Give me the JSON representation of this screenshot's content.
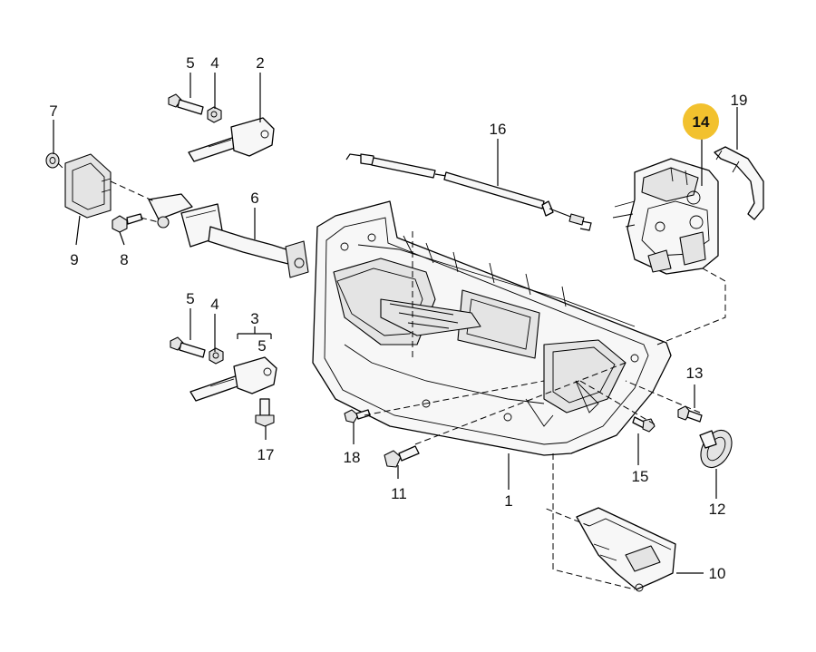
{
  "highlight_color": "#F2C12E",
  "callouts": [
    {
      "id": "c5a",
      "text": "5"
    },
    {
      "id": "c4a",
      "text": "4"
    },
    {
      "id": "c2",
      "text": "2"
    },
    {
      "id": "c7",
      "text": "7"
    },
    {
      "id": "c6",
      "text": "6"
    },
    {
      "id": "c9",
      "text": "9"
    },
    {
      "id": "c8",
      "text": "8"
    },
    {
      "id": "c16",
      "text": "16"
    },
    {
      "id": "c14",
      "text": "14"
    },
    {
      "id": "c19",
      "text": "19"
    },
    {
      "id": "c5b",
      "text": "5"
    },
    {
      "id": "c4b",
      "text": "4"
    },
    {
      "id": "c3",
      "text": "3"
    },
    {
      "id": "c5c",
      "text": "5"
    },
    {
      "id": "c17",
      "text": "17"
    },
    {
      "id": "c13",
      "text": "13"
    },
    {
      "id": "c18",
      "text": "18"
    },
    {
      "id": "c15",
      "text": "15"
    },
    {
      "id": "c11",
      "text": "11"
    },
    {
      "id": "c1",
      "text": "1"
    },
    {
      "id": "c12",
      "text": "12"
    },
    {
      "id": "c10",
      "text": "10"
    }
  ]
}
